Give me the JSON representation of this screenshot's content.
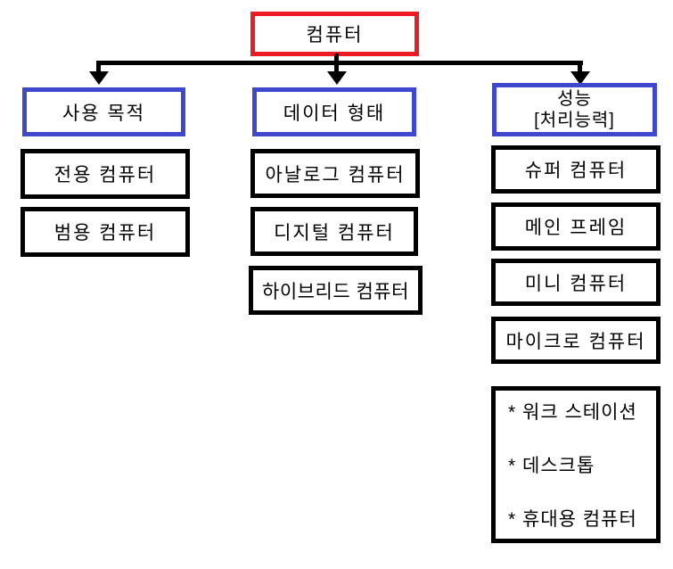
{
  "diagram": {
    "colors": {
      "root_border": "#ED1C24",
      "category_border": "#3F48CC",
      "item_border": "#000000",
      "connector": "#000000",
      "background": "#FFFFFF"
    },
    "root": {
      "label": "컴퓨터"
    },
    "branches": [
      {
        "label": "사용 목적",
        "items": [
          "전용 컴퓨터",
          "범용 컴퓨터"
        ]
      },
      {
        "label": "데이터 형태",
        "items": [
          "아날로그 컴퓨터",
          "디지털 컴퓨터",
          "하이브리드 컴퓨터"
        ]
      },
      {
        "label_line1": "성능",
        "label_line2": "[처리능력]",
        "items": [
          "슈퍼 컴퓨터",
          "메인 프레임",
          "미니 컴퓨터",
          "마이크로 컴퓨터"
        ],
        "notes": [
          "* 워크 스테이션",
          "* 데스크톱",
          "* 휴대용 컴퓨터"
        ]
      }
    ]
  }
}
